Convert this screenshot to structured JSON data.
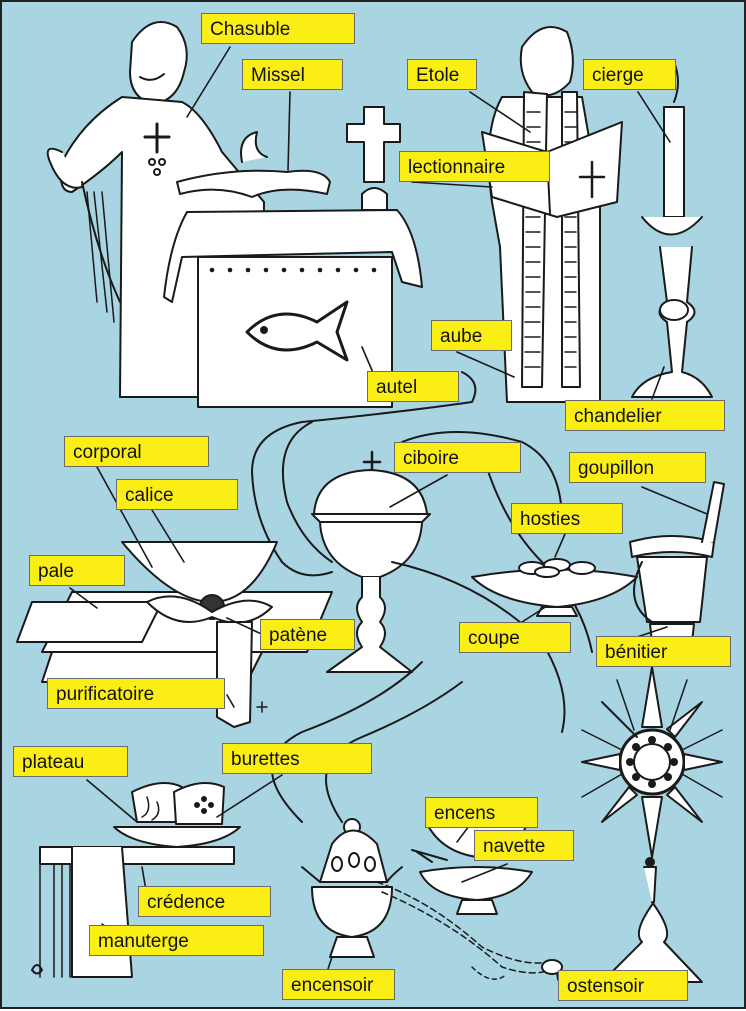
{
  "labels": {
    "chasuble": "Chasuble",
    "missel": "Missel",
    "etole": "Etole",
    "cierge": "cierge",
    "lectionnaire": "lectionnaire",
    "aube": "aube",
    "autel": "autel",
    "chandelier": "chandelier",
    "corporal": "corporal",
    "calice": "calice",
    "ciboire": "ciboire",
    "goupillon": "goupillon",
    "hosties": "hosties",
    "pale": "pale",
    "patene": "patène",
    "coupe": "coupe",
    "benitier": "bénitier",
    "purificatoire": "purificatoire",
    "plateau": "plateau",
    "burettes": "burettes",
    "encens": "encens",
    "navette": "navette",
    "credence": "crédence",
    "manuterge": "manuterge",
    "encensoir": "encensoir",
    "ostensoir": "ostensoir"
  },
  "colors": {
    "background": "#a9d4e2",
    "label_fill": "#fbee14",
    "ink": "#1a1a1a"
  }
}
